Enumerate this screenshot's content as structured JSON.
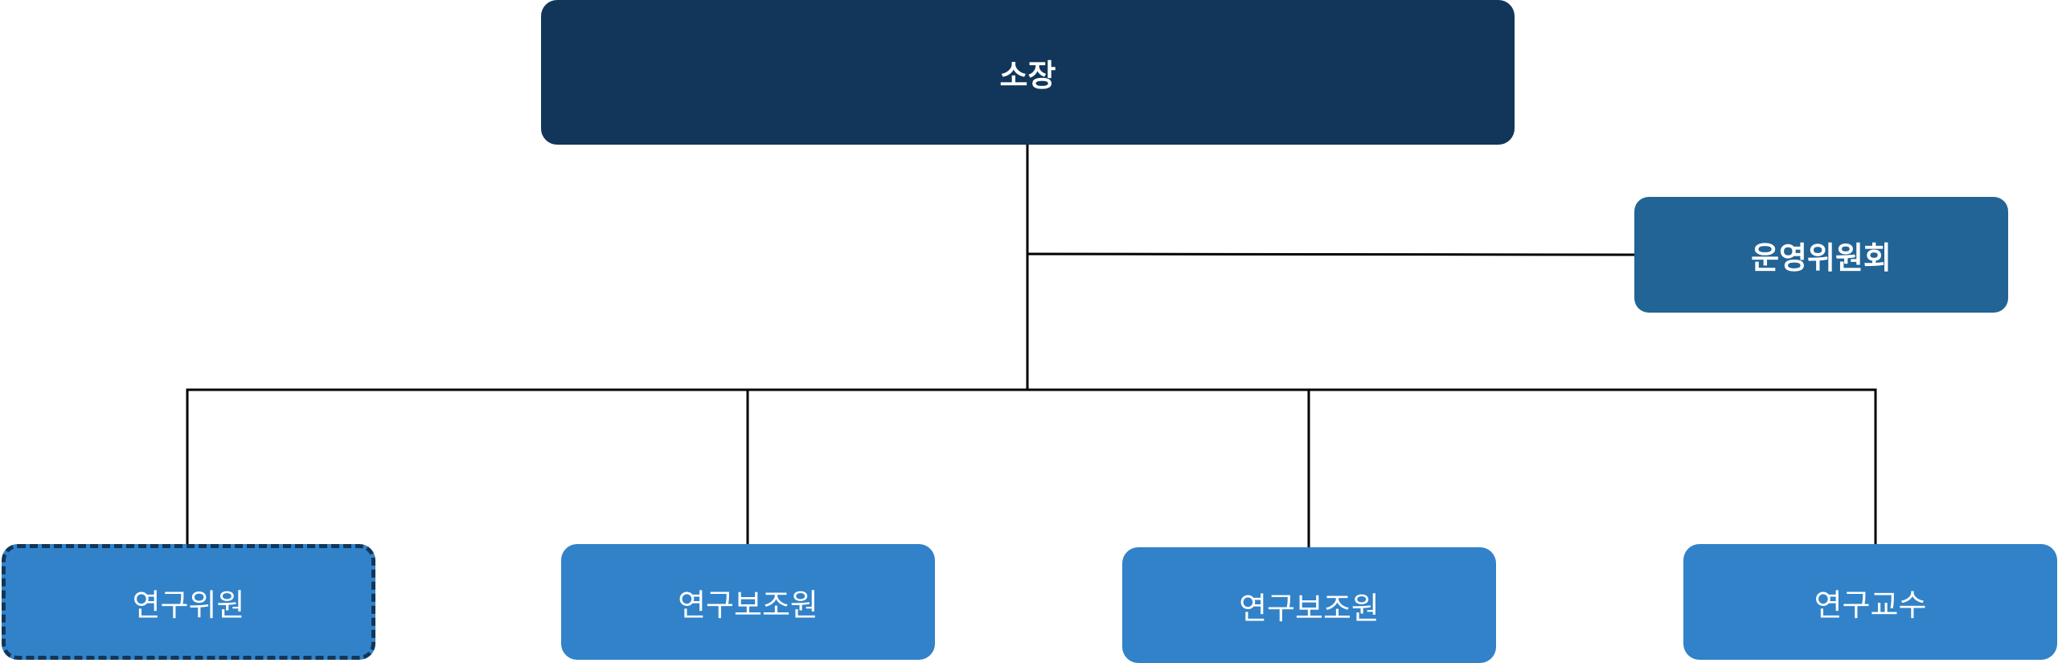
{
  "diagram": {
    "top": {
      "label": "소장"
    },
    "side": {
      "label": "운영위원회"
    },
    "children": [
      {
        "label": "연구위원"
      },
      {
        "label": "연구보조원"
      },
      {
        "label": "연구보조원"
      },
      {
        "label": "연구교수"
      }
    ]
  },
  "colors": {
    "top_fill": "#11365a",
    "side_fill": "#226496",
    "child_fill": "#3182c9",
    "dashed_border": "#11365a",
    "connector": "#000000",
    "text": "#ffffff"
  }
}
